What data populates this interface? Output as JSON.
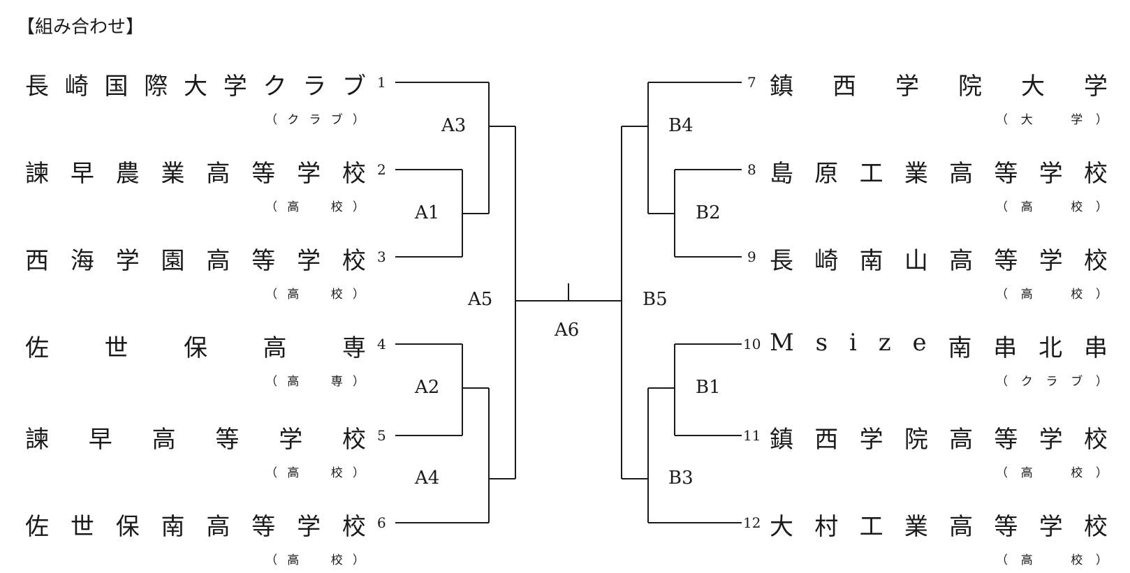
{
  "title": "【組み合わせ】",
  "teams": [
    {
      "seed": "1",
      "name": "長崎国際大学クラブ",
      "category": "（クラブ）"
    },
    {
      "seed": "2",
      "name": "諫早農業高等学校",
      "category": "（高　校）"
    },
    {
      "seed": "3",
      "name": "西海学園高等学校",
      "category": "（高　校）"
    },
    {
      "seed": "4",
      "name": "佐世保高専",
      "category": "（高　専）"
    },
    {
      "seed": "5",
      "name": "諫早高等学校",
      "category": "（高　校）"
    },
    {
      "seed": "6",
      "name": "佐世保南高等学校",
      "category": "（高　校）"
    },
    {
      "seed": "7",
      "name": "鎮西学院大学",
      "category": "（大　学）"
    },
    {
      "seed": "8",
      "name": "島原工業高等学校",
      "category": "（高　校）"
    },
    {
      "seed": "9",
      "name": "長崎南山高等学校",
      "category": "（高　校）"
    },
    {
      "seed": "10",
      "name": "Msize南串北串",
      "category": "（クラブ）"
    },
    {
      "seed": "11",
      "name": "鎮西学院高等学校",
      "category": "（高　校）"
    },
    {
      "seed": "12",
      "name": "大村工業高等学校",
      "category": "（高　校）"
    }
  ],
  "matches": [
    "A1",
    "A2",
    "A3",
    "A4",
    "A5",
    "A6",
    "B1",
    "B2",
    "B3",
    "B4",
    "B5"
  ]
}
